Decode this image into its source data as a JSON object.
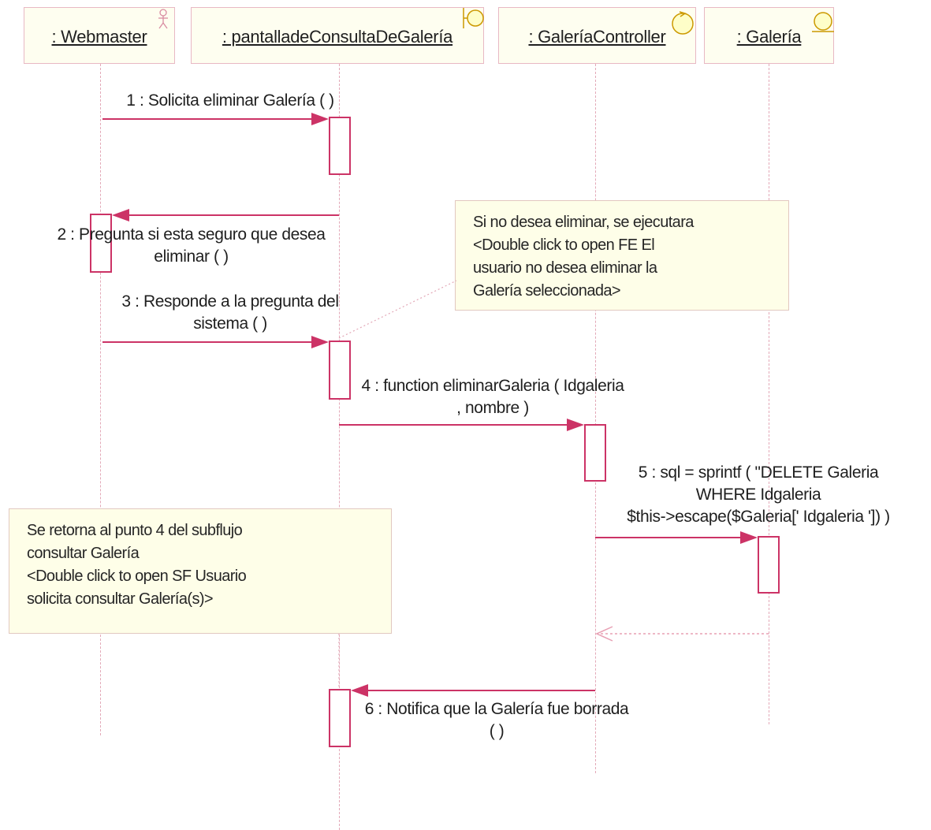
{
  "lifelines": [
    {
      "id": "webmaster",
      "label": ": Webmaster",
      "stereotype": "actor-icon"
    },
    {
      "id": "pantalla",
      "label": ": pantalladeConsultaDeGalería",
      "stereotype": "boundary-icon"
    },
    {
      "id": "controller",
      "label": ": GaleríaController",
      "stereotype": "control-icon"
    },
    {
      "id": "galeria",
      "label": ": Galería",
      "stereotype": "entity-icon"
    }
  ],
  "messages": [
    {
      "num": "1",
      "text": "1 : Solicita eliminar Galería (  )"
    },
    {
      "num": "2",
      "text": "2 : Pregunta si esta seguro que desea\neliminar (  )"
    },
    {
      "num": "3",
      "text": "3 : Responde a la pregunta del\nsistema (  )"
    },
    {
      "num": "4",
      "text": "4 : function eliminarGaleria ( Idgaleria\n, nombre )"
    },
    {
      "num": "5",
      "text": "5 : sql = sprintf ( \"DELETE Galeria\nWHERE Idgaleria\n$this->escape($Galeria[' Idgaleria ']) )"
    },
    {
      "num": "6",
      "text": "6 : Notifica que la Galería  fue borrada\n(  )"
    }
  ],
  "notes": [
    {
      "id": "note-fe",
      "text": "Si no desea eliminar, se ejecutara\n<Double click to open FE El\nusuario no desea eliminar la\nGalería seleccionada>"
    },
    {
      "id": "note-sf",
      "text": "Se retorna al punto 4 del subflujo\nconsultar Galería\n<Double click to open SF Usuario\nsolicita consultar Galería(s)>"
    }
  ],
  "colors": {
    "message_line": "#cc3366",
    "return_line": "#e8a0b4",
    "lifeline": "#e3a9b8",
    "object_fill": "#fefef0",
    "note_fill": "#fefee8"
  }
}
